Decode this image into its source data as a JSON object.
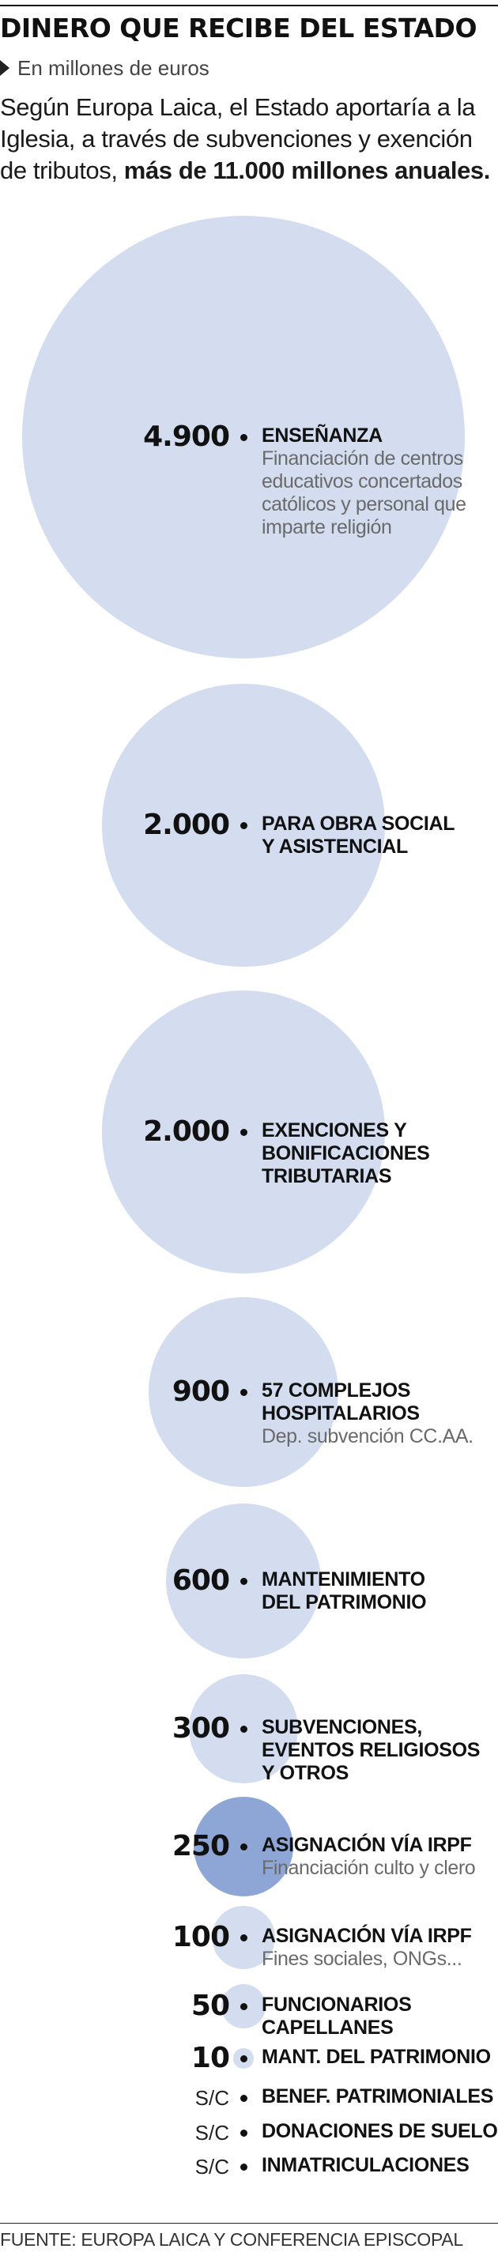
{
  "header": {
    "title": "DINERO QUE RECIBE DEL ESTADO",
    "subtitle": "En millones de euros",
    "intro_text": "Según Europa Laica, el Estado aportaría a la Iglesia, a través de subvenciones y exención de tributos, ",
    "intro_bold": "más de 11.000 millones anuales."
  },
  "colors": {
    "bubble": "#d3ddef",
    "bubble_highlight": "#8ea6d6",
    "text": "#111111",
    "muted": "#6a6a6a"
  },
  "chart_data": {
    "type": "bubble",
    "unit": "millones de euros",
    "items": [
      {
        "value": 4900,
        "value_label": "4.900",
        "name": "ENSEÑANZA",
        "description": "Financiación de centros\neducativos concertados\ncatólicos y personal que\nimparte religión",
        "highlight": false
      },
      {
        "value": 2000,
        "value_label": "2.000",
        "name": "PARA OBRA SOCIAL\nY ASISTENCIAL",
        "description": "",
        "highlight": false
      },
      {
        "value": 2000,
        "value_label": "2.000",
        "name": "EXENCIONES Y\nBONIFICACIONES\nTRIBUTARIAS",
        "description": "",
        "highlight": false
      },
      {
        "value": 900,
        "value_label": "900",
        "name": "57 COMPLEJOS\nHOSPITALARIOS",
        "description": "Dep. subvención CC.AA.",
        "highlight": false
      },
      {
        "value": 600,
        "value_label": "600",
        "name": "MANTENIMIENTO\nDEL PATRIMONIO",
        "description": "",
        "highlight": false
      },
      {
        "value": 300,
        "value_label": "300",
        "name": "SUBVENCIONES,\nEVENTOS RELIGIOSOS\nY OTROS",
        "description": "",
        "highlight": false
      },
      {
        "value": 250,
        "value_label": "250",
        "name": "ASIGNACIÓN VÍA IRPF",
        "description": "Financiación culto y clero",
        "highlight": true
      },
      {
        "value": 100,
        "value_label": "100",
        "name": "ASIGNACIÓN VÍA IRPF",
        "description": "Fines sociales, ONGs...",
        "highlight": false
      },
      {
        "value": 50,
        "value_label": "50",
        "name": "FUNCIONARIOS\nCAPELLANES",
        "description": "",
        "highlight": false
      },
      {
        "value": 10,
        "value_label": "10",
        "name": "MANT. DEL PATRIMONIO",
        "description": "",
        "highlight": false
      },
      {
        "value": null,
        "value_label": "S/C",
        "name": "BENEF. PATRIMONIALES",
        "description": "",
        "highlight": false
      },
      {
        "value": null,
        "value_label": "S/C",
        "name": "DONACIONES DE SUELO",
        "description": "",
        "highlight": false
      },
      {
        "value": null,
        "value_label": "S/C",
        "name": "INMATRICULACIONES",
        "description": "",
        "highlight": false
      }
    ]
  },
  "footer": {
    "source": "FUENTE: EUROPA LAICA Y CONFERENCIA EPISCOPAL"
  }
}
